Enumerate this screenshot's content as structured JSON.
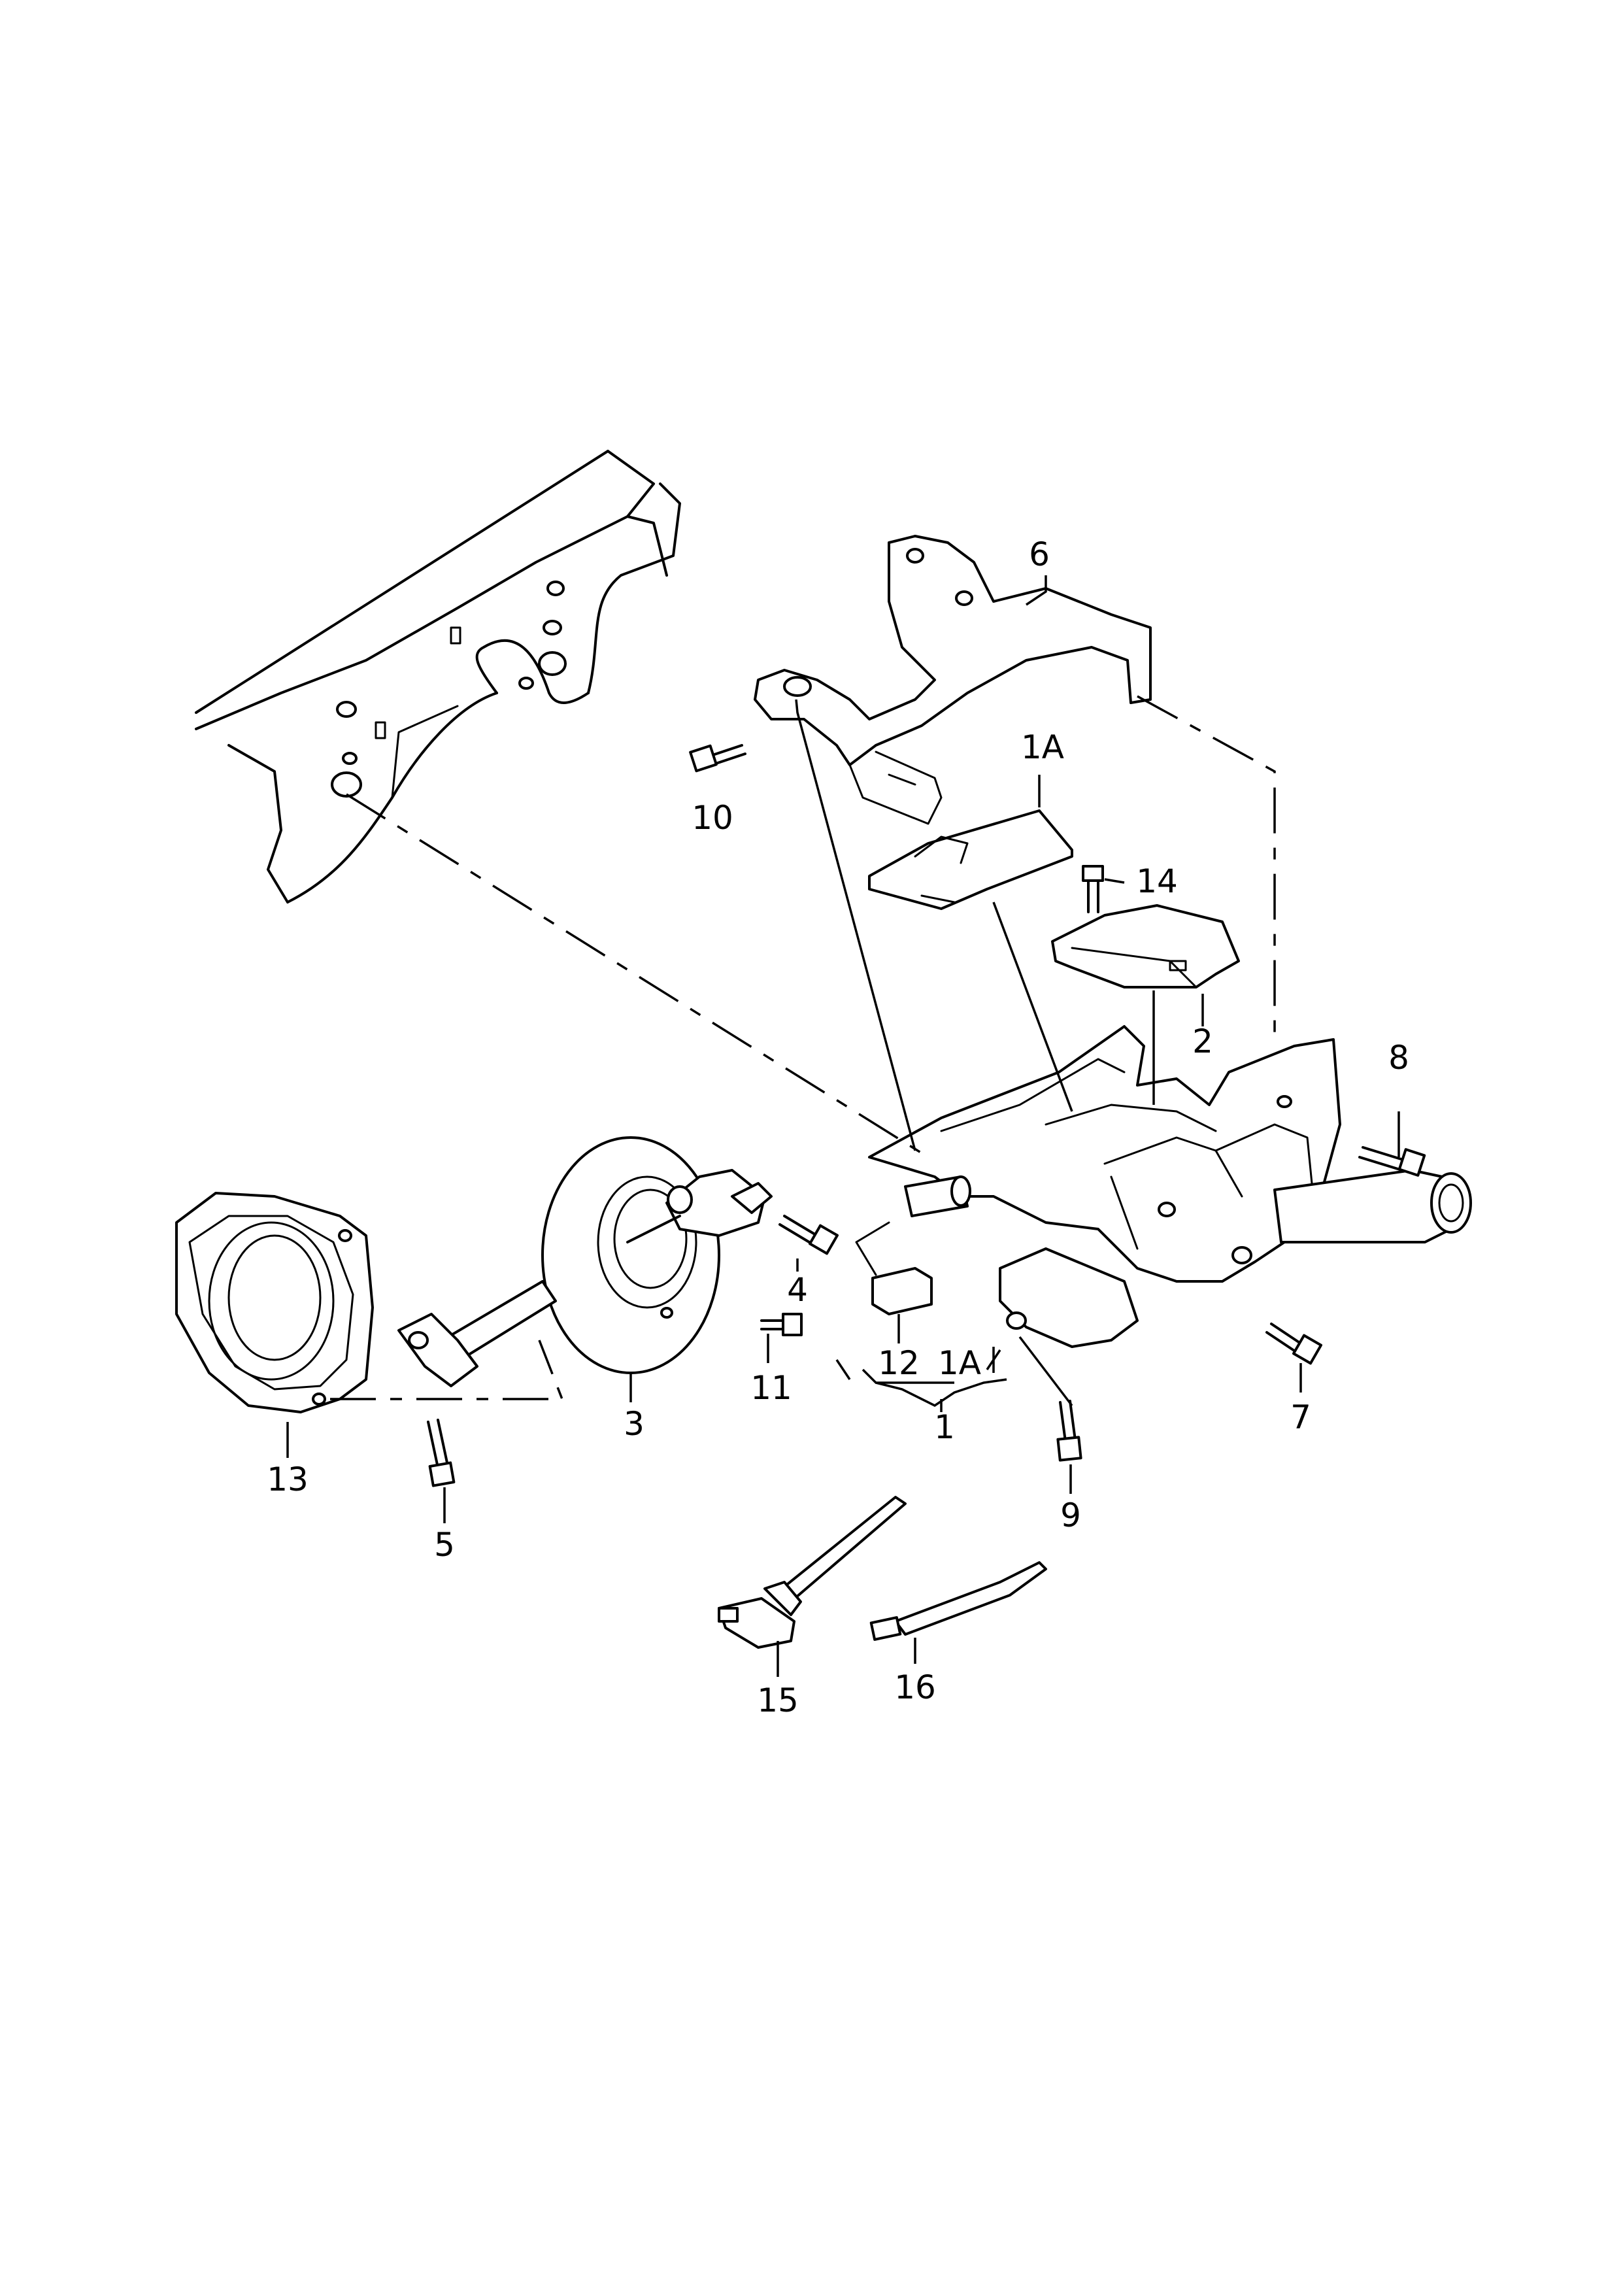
{
  "diagram": {
    "labels": {
      "1": "1",
      "1A_top": "1A",
      "1A_bottom": "1A",
      "2": "2",
      "3": "3",
      "4": "4",
      "5": "5",
      "6": "6",
      "7": "7",
      "8": "8",
      "9": "9",
      "10": "10",
      "11": "11",
      "12": "12",
      "13": "13",
      "14": "14",
      "15": "15",
      "16": "16"
    }
  }
}
